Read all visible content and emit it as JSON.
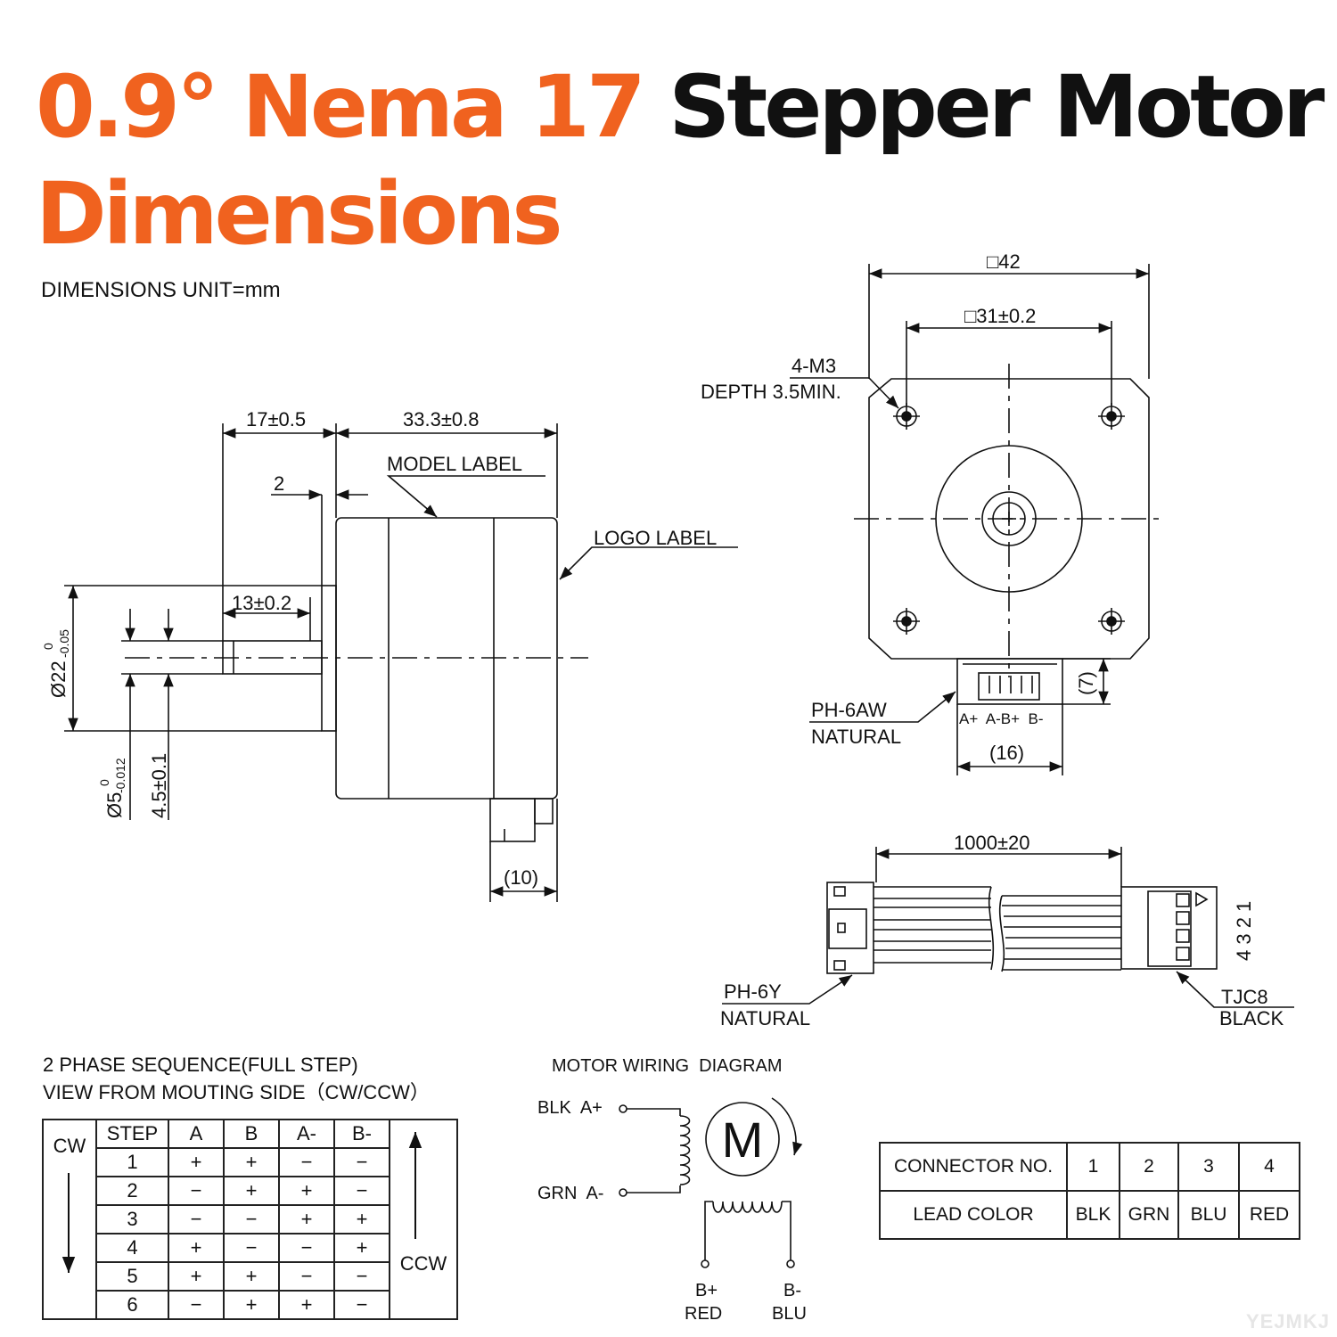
{
  "title": {
    "part1": "0.9° Nema 17",
    "part2": "Stepper Motor",
    "part3": "Dimensions"
  },
  "unit_note": "DIMENSIONS UNIT=mm",
  "side_view": {
    "dim_17": "17±0.5",
    "dim_33": "33.3±0.8",
    "dim_2": "2",
    "model_label": "MODEL LABEL",
    "logo_label": "LOGO LABEL",
    "dim_13": "13±0.2",
    "dim_22_base": "Ø22",
    "dim_22_upper": "0",
    "dim_22_lower": "-0.05",
    "dim_5_base": "Ø5",
    "dim_5_upper": "0",
    "dim_5_lower": "-0.012",
    "dim_45": "4.5±0.1",
    "dim_10": "(10)"
  },
  "front_view": {
    "dim_42": "□42",
    "dim_31": "□31±0.2",
    "hole_label": "4-M3",
    "hole_depth": "DEPTH 3.5MIN.",
    "dim_7": "(7)",
    "connector_label": "PH-6AW",
    "connector_color": "NATURAL",
    "pins": "A+  A-B+  B-",
    "dim_16": "(16)"
  },
  "cable": {
    "length": "1000±20",
    "left_connector": "PH-6Y",
    "left_color": "NATURAL",
    "right_connector": "TJC8",
    "right_color": "BLACK",
    "pin_numbers": "4 3 2 1"
  },
  "sequence": {
    "caption1": "2 PHASE SEQUENCE(FULL STEP)",
    "caption2": "VIEW FROM MOUTING SIDE（CW/CCW）",
    "cw": "CW",
    "ccw": "CCW",
    "headers": [
      "STEP",
      "A",
      "B",
      "A-",
      "B-"
    ],
    "rows": [
      [
        "1",
        "+",
        "+",
        "−",
        "−"
      ],
      [
        "2",
        "−",
        "+",
        "+",
        "−"
      ],
      [
        "3",
        "−",
        "−",
        "+",
        "+"
      ],
      [
        "4",
        "+",
        "−",
        "−",
        "+"
      ],
      [
        "5",
        "+",
        "+",
        "−",
        "−"
      ],
      [
        "6",
        "−",
        "+",
        "+",
        "−"
      ]
    ]
  },
  "wiring": {
    "title": "MOTOR WIRING  DIAGRAM",
    "a_plus": "BLK  A+",
    "a_minus": "GRN  A-",
    "motor_symbol": "M",
    "b_plus": "B+",
    "b_plus_color": "RED",
    "b_minus": "B-",
    "b_minus_color": "BLU"
  },
  "connector_table": {
    "row1_label": "CONNECTOR NO.",
    "row2_label": "LEAD COLOR",
    "numbers": [
      "1",
      "2",
      "3",
      "4"
    ],
    "colors": [
      "BLK",
      "GRN",
      "BLU",
      "RED"
    ]
  },
  "watermark": "YEJMKJ",
  "colors": {
    "accent": "#f0621f",
    "ink": "#111111"
  }
}
